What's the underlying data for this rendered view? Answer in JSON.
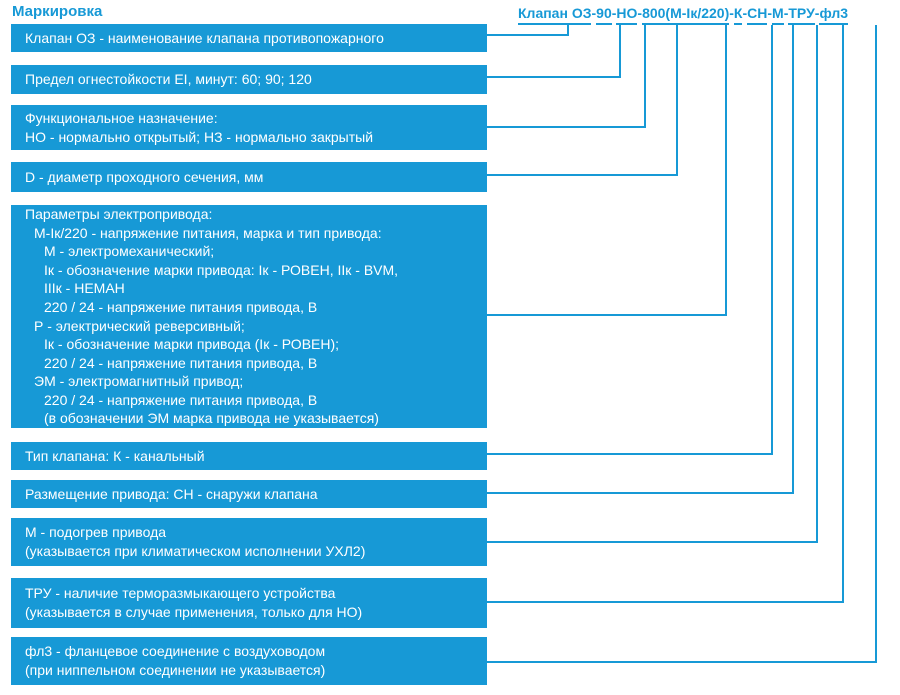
{
  "title": "Маркировка",
  "colors": {
    "accent": "#1799d6",
    "text_on_accent": "#ffffff"
  },
  "marking": {
    "separator": "-",
    "segments": [
      "Клапан ОЗ",
      "90",
      "НО",
      "800(М-Iк/220)",
      "К",
      "СН",
      "М",
      "ТРУ",
      "фл3"
    ]
  },
  "boxes": [
    {
      "id": "valve-name",
      "lines": [
        {
          "text": "Клапан ОЗ - наименование клапана противопожарного",
          "indent": 0
        }
      ]
    },
    {
      "id": "fire-resistance",
      "lines": [
        {
          "text": "Предел огнестойкости EI, минут: 60; 90; 120",
          "indent": 0
        }
      ]
    },
    {
      "id": "function-purpose",
      "lines": [
        {
          "text": "Функциональное назначение:",
          "indent": 0
        },
        {
          "text": "НО - нормально открытый; НЗ - нормально закрытый",
          "indent": 0
        }
      ]
    },
    {
      "id": "diameter",
      "lines": [
        {
          "text": "D - диаметр проходного сечения, мм",
          "indent": 0
        }
      ]
    },
    {
      "id": "drive-parameters",
      "lines": [
        {
          "text": "Параметры электропривода:",
          "indent": 0
        },
        {
          "text": "М-Iк/220 - напряжение питания, марка и тип привода:",
          "indent": 1
        },
        {
          "text": "М - электромеханический;",
          "indent": 2
        },
        {
          "text": "Iк - обозначение марки привода: Iк - РОВЕН, IIк - BVM,",
          "indent": 2
        },
        {
          "text": "IIIк - НЕМАН",
          "indent": 2
        },
        {
          "text": "220 / 24 - напряжение питания привода, В",
          "indent": 2
        },
        {
          "text": "Р - электрический реверсивный;",
          "indent": 1
        },
        {
          "text": "Iк - обозначение марки привода (Iк - РОВЕН);",
          "indent": 2
        },
        {
          "text": "220 / 24 - напряжение питания привода, В",
          "indent": 2
        },
        {
          "text": "ЭМ - электромагнитный привод;",
          "indent": 1
        },
        {
          "text": "220 / 24 - напряжение питания привода, В",
          "indent": 2
        },
        {
          "text": "(в обозначении ЭМ марка привода не указывается)",
          "indent": 2
        }
      ]
    },
    {
      "id": "valve-type",
      "lines": [
        {
          "text": "Тип клапана: К - канальный",
          "indent": 0
        }
      ]
    },
    {
      "id": "drive-placement",
      "lines": [
        {
          "text": "Размещение привода: СН - снаружи клапана",
          "indent": 0
        }
      ]
    },
    {
      "id": "drive-heating",
      "lines": [
        {
          "text": "М - подогрев привода",
          "indent": 0
        },
        {
          "text": "(указывается при климатическом исполнении УХЛ2)",
          "indent": 0
        }
      ]
    },
    {
      "id": "thermal-release-device",
      "lines": [
        {
          "text": "ТРУ - наличие терморазмыкающего устройства",
          "indent": 0
        },
        {
          "text": "(указывается в случае применения, только для НО)",
          "indent": 0
        }
      ]
    },
    {
      "id": "flange-connection",
      "lines": [
        {
          "text": "фл3 - фланцевое соединение с воздуховодом",
          "indent": 0
        },
        {
          "text": "(при ниппельном соединении не указывается)",
          "indent": 0
        }
      ]
    }
  ]
}
